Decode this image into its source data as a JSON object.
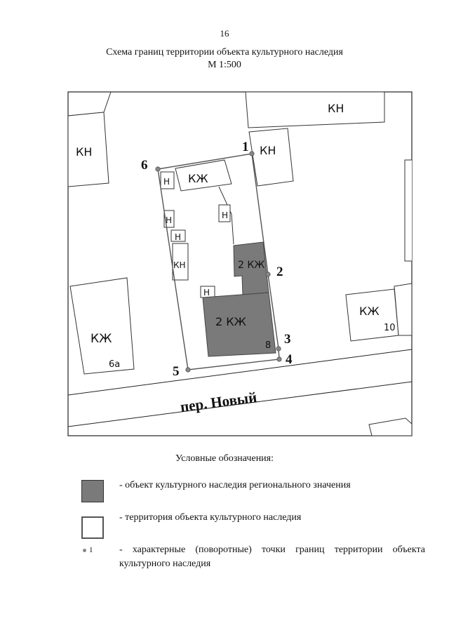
{
  "page": {
    "number": "16"
  },
  "title": {
    "line1": "Схема границ территории объекта культурного наследия",
    "scale": "М 1:500"
  },
  "colors": {
    "heritage_object": "#7a7a7a",
    "outline": "#333333",
    "point": "#888888"
  },
  "map": {
    "buildings": [
      {
        "id": "kn-top-right",
        "label": "КН"
      },
      {
        "id": "kn-left",
        "label": "КН"
      },
      {
        "id": "kn-near-1",
        "label": "КН"
      },
      {
        "id": "kzh-left",
        "label": "КЖ",
        "number": "6а"
      },
      {
        "id": "kzh-right",
        "label": "КЖ",
        "number": "10"
      },
      {
        "id": "kzh-inner-top",
        "label": "КЖ"
      },
      {
        "id": "n-1",
        "label": "Н"
      },
      {
        "id": "n-2",
        "label": "Н"
      },
      {
        "id": "n-3",
        "label": "Н"
      },
      {
        "id": "n-4",
        "label": "Н"
      },
      {
        "id": "n-5",
        "label": "Н"
      },
      {
        "id": "kn-small",
        "label": "КН"
      },
      {
        "id": "heritage-small",
        "label": "2 КЖ"
      },
      {
        "id": "heritage-main",
        "label": "2 КЖ",
        "number": "8"
      }
    ],
    "boundary_points": [
      "1",
      "2",
      "3",
      "4",
      "5",
      "6"
    ],
    "street": "пер. Новый"
  },
  "legend": {
    "title": "Условные обозначения:",
    "items": [
      {
        "text": "- объект культурного наследия регионального значения"
      },
      {
        "text": "- территория объекта культурного наследия"
      },
      {
        "sample": "1",
        "text": "- характерные (поворотные) точки границ территории объекта культурного наследия"
      }
    ]
  }
}
